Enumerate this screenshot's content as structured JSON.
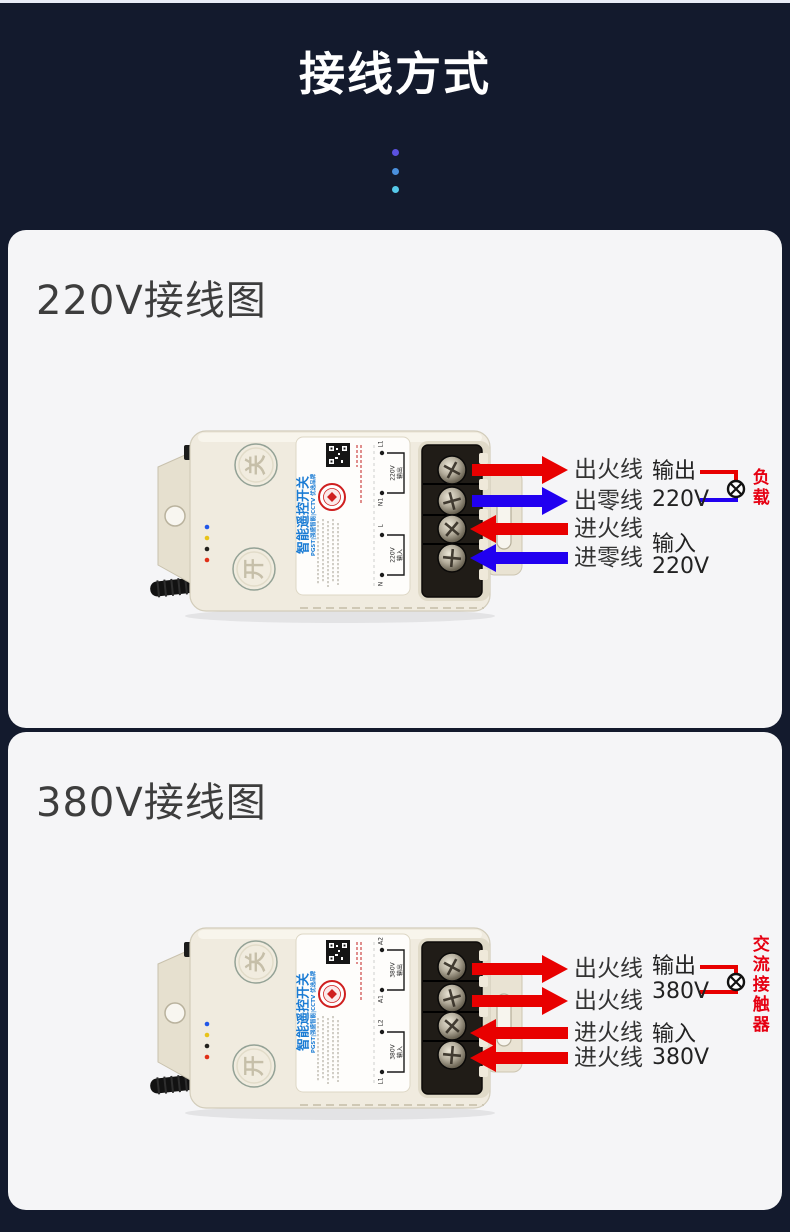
{
  "header": {
    "title": "接线方式"
  },
  "decor_dots": [
    "#5b51e0",
    "#4a90dd",
    "#56c9e9"
  ],
  "panels": [
    {
      "heading": "220V接线图",
      "device": {
        "btn_top": "关",
        "btn_bottom": "开",
        "title": "智能遥控开关",
        "subtitle": "PGST|强盛智能|CCTV 优选品牌",
        "out_a": "L1",
        "out_v": "220V",
        "out_dir": "输出",
        "out_b": "N1",
        "in_a": "L",
        "in_v": "220V",
        "in_dir": "输入",
        "in_b": "N",
        "leds": [
          "#2257e8",
          "#e8c31a",
          "#23211d",
          "#e03018"
        ]
      },
      "wires": [
        {
          "label": "出火线",
          "color": "#e80000",
          "direction": "out"
        },
        {
          "label": "出零线",
          "color": "#2100f0",
          "direction": "out"
        },
        {
          "label": "进火线",
          "color": "#e80000",
          "direction": "in"
        },
        {
          "label": "进零线",
          "color": "#2100f0",
          "direction": "in"
        }
      ],
      "output_label": "输出",
      "output_voltage": "220V",
      "input_label": "输入",
      "input_voltage": "220V",
      "load": {
        "name": "负载",
        "top_wire": "#e80000",
        "bottom_wire": "#2100f0"
      }
    },
    {
      "heading": "380V接线图",
      "device": {
        "btn_top": "关",
        "btn_bottom": "开",
        "title": "智能遥控开关",
        "subtitle": "PGST|强盛智能|CCTV 优选品牌",
        "out_a": "A2",
        "out_v": "380V",
        "out_dir": "输出",
        "out_b": "A1",
        "in_a": "L2",
        "in_v": "380V",
        "in_dir": "输入",
        "in_b": "L1",
        "leds": [
          "#2257e8",
          "#e8c31a",
          "#23211d",
          "#e03018"
        ]
      },
      "wires": [
        {
          "label": "出火线",
          "color": "#e80000",
          "direction": "out"
        },
        {
          "label": "出火线",
          "color": "#e80000",
          "direction": "out"
        },
        {
          "label": "进火线",
          "color": "#e80000",
          "direction": "in"
        },
        {
          "label": "进火线",
          "color": "#e80000",
          "direction": "in"
        }
      ],
      "output_label": "输出",
      "output_voltage": "380V",
      "input_label": "输入",
      "input_voltage": "380V",
      "load": {
        "name": "交流接触器",
        "top_wire": "#e80000",
        "bottom_wire": "#e80000"
      }
    }
  ]
}
